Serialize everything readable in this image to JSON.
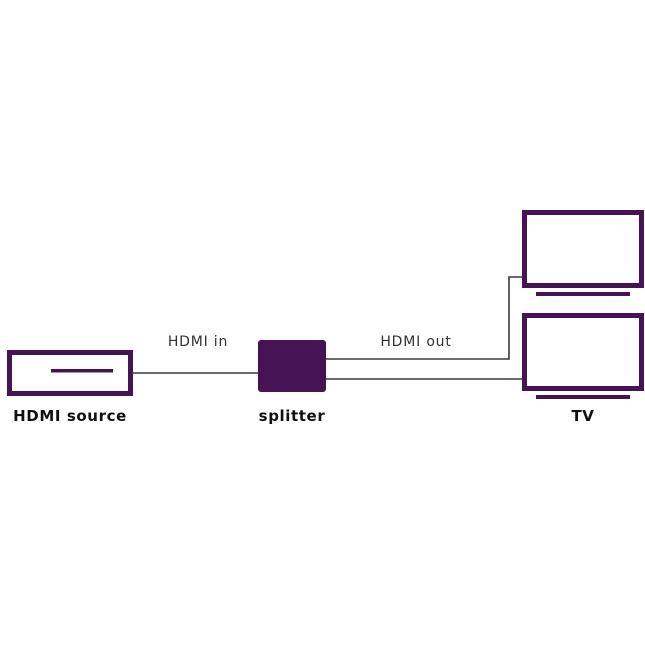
{
  "colors": {
    "device": "#461454",
    "cable": "#3a3a3a",
    "text": "#111111"
  },
  "labels": {
    "hdmi_in": "HDMI in",
    "hdmi_out": "HDMI out",
    "source": "HDMI source",
    "splitter": "splitter",
    "tv": "TV"
  },
  "icons": {
    "source": "hdmi-source-box-icon",
    "splitter": "splitter-box-icon",
    "tv_top": "tv-monitor-icon",
    "tv_bottom": "tv-monitor-icon"
  }
}
